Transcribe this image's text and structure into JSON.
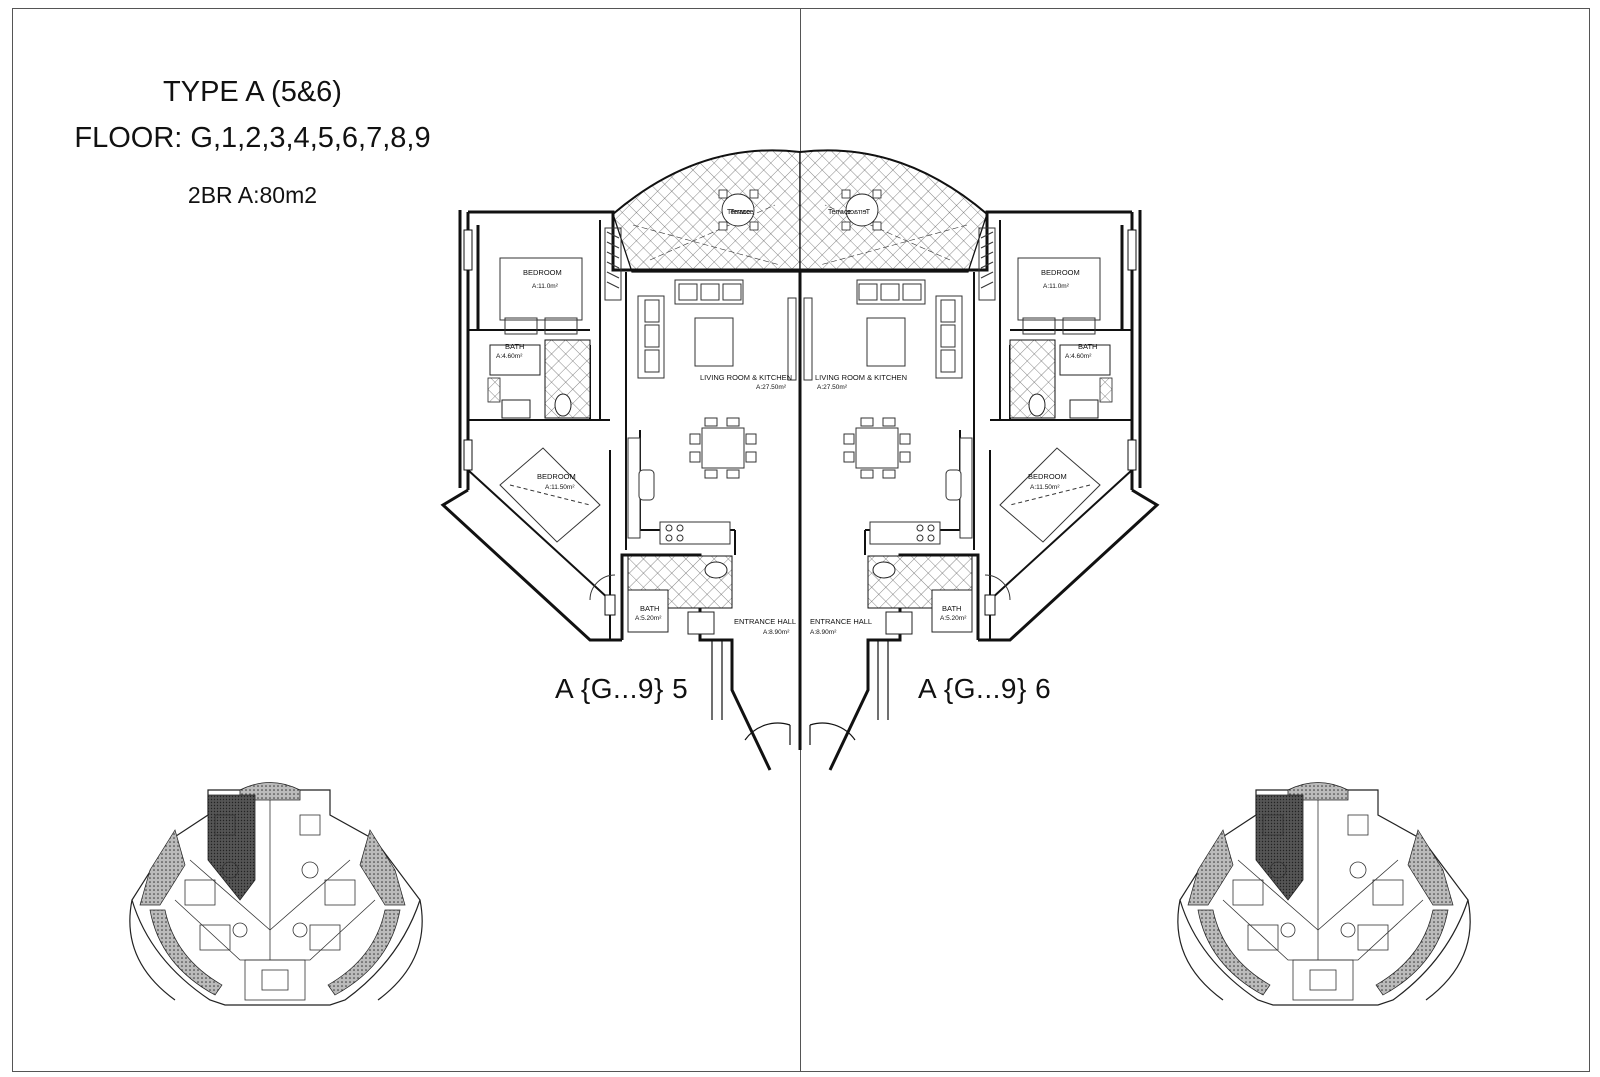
{
  "header": {
    "type_title": "TYPE A (5&6)",
    "floors": "FLOOR: G,1,2,3,4,5,6,7,8,9",
    "area": "2BR A:80m2"
  },
  "units": [
    {
      "label": "A {G...9} 5"
    },
    {
      "label": "A {G...9} 6"
    }
  ],
  "plan_left": {
    "terrace": "Terrace",
    "bedroom1": "BEDROOM",
    "bedroom1_area": "A:11.0m²",
    "bath1": "BATH",
    "bath1_area": "A:4.60m²",
    "living": "LIVING ROOM & KITCHEN",
    "living_area": "A:27.50m²",
    "bedroom2": "BEDROOM",
    "bedroom2_area": "A:11.50m²",
    "bath2": "BATH",
    "bath2_area": "A:5.20m²",
    "hall": "ENTRANCE HALL",
    "hall_area": "A:8.90m²"
  },
  "plan_right": {
    "terrace": "Terrace",
    "bedroom1": "BEDROOM",
    "bedroom1_area": "A:11.0m²",
    "bath1": "BATH",
    "bath1_area": "A:4.60m²",
    "living": "LIVING ROOM & KITCHEN",
    "living_area": "A:27.50m²",
    "bedroom2": "BEDROOM",
    "bedroom2_area": "A:11.50m²",
    "bath2": "BATH",
    "bath2_area": "A:5.20m²",
    "hall": "ENTRANCE HALL",
    "hall_area": "A:8.90m²"
  }
}
